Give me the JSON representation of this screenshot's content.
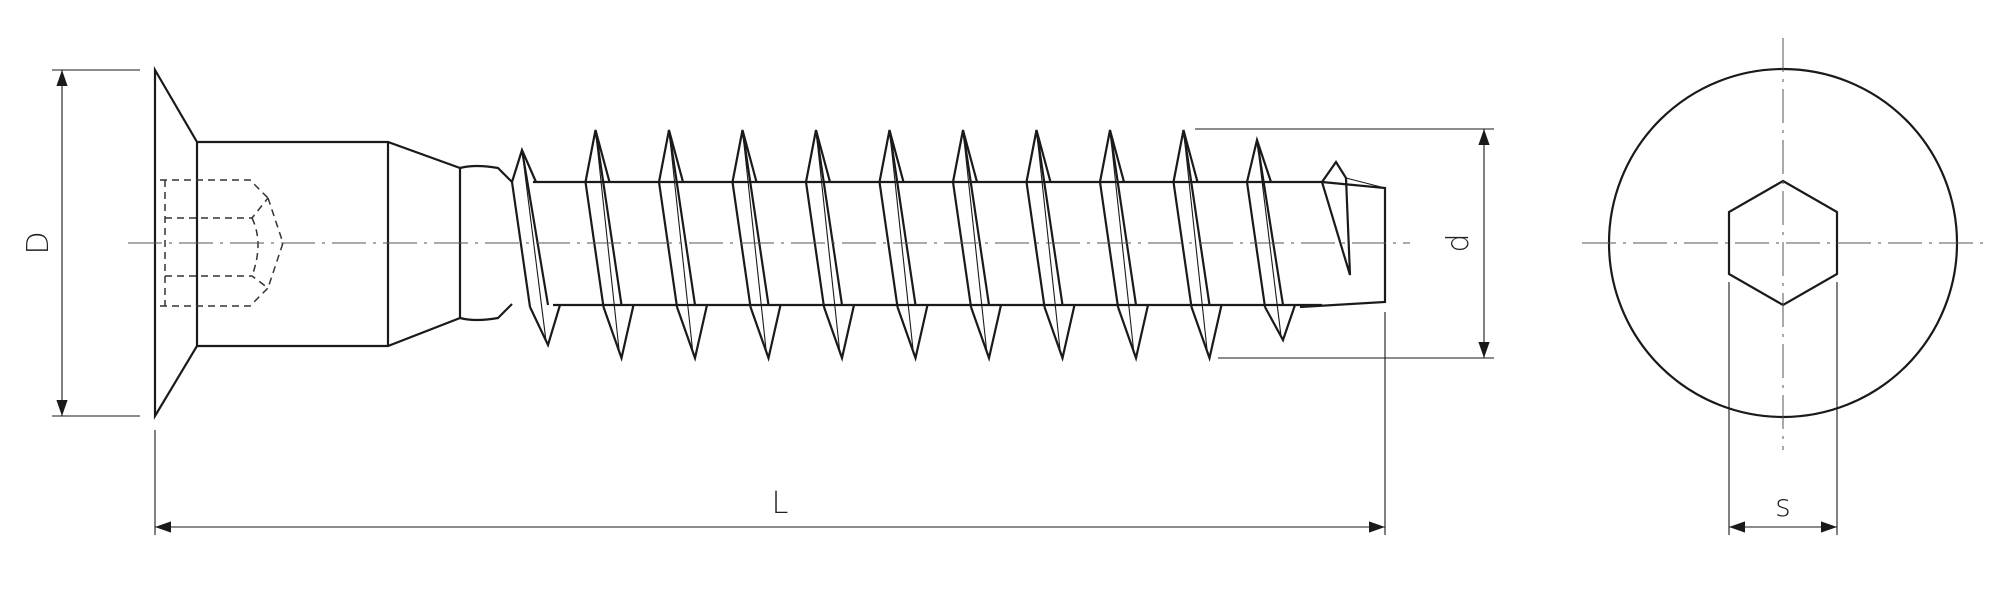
{
  "labels": {
    "D": "D",
    "d": "d",
    "L": "L",
    "s": "s"
  }
}
